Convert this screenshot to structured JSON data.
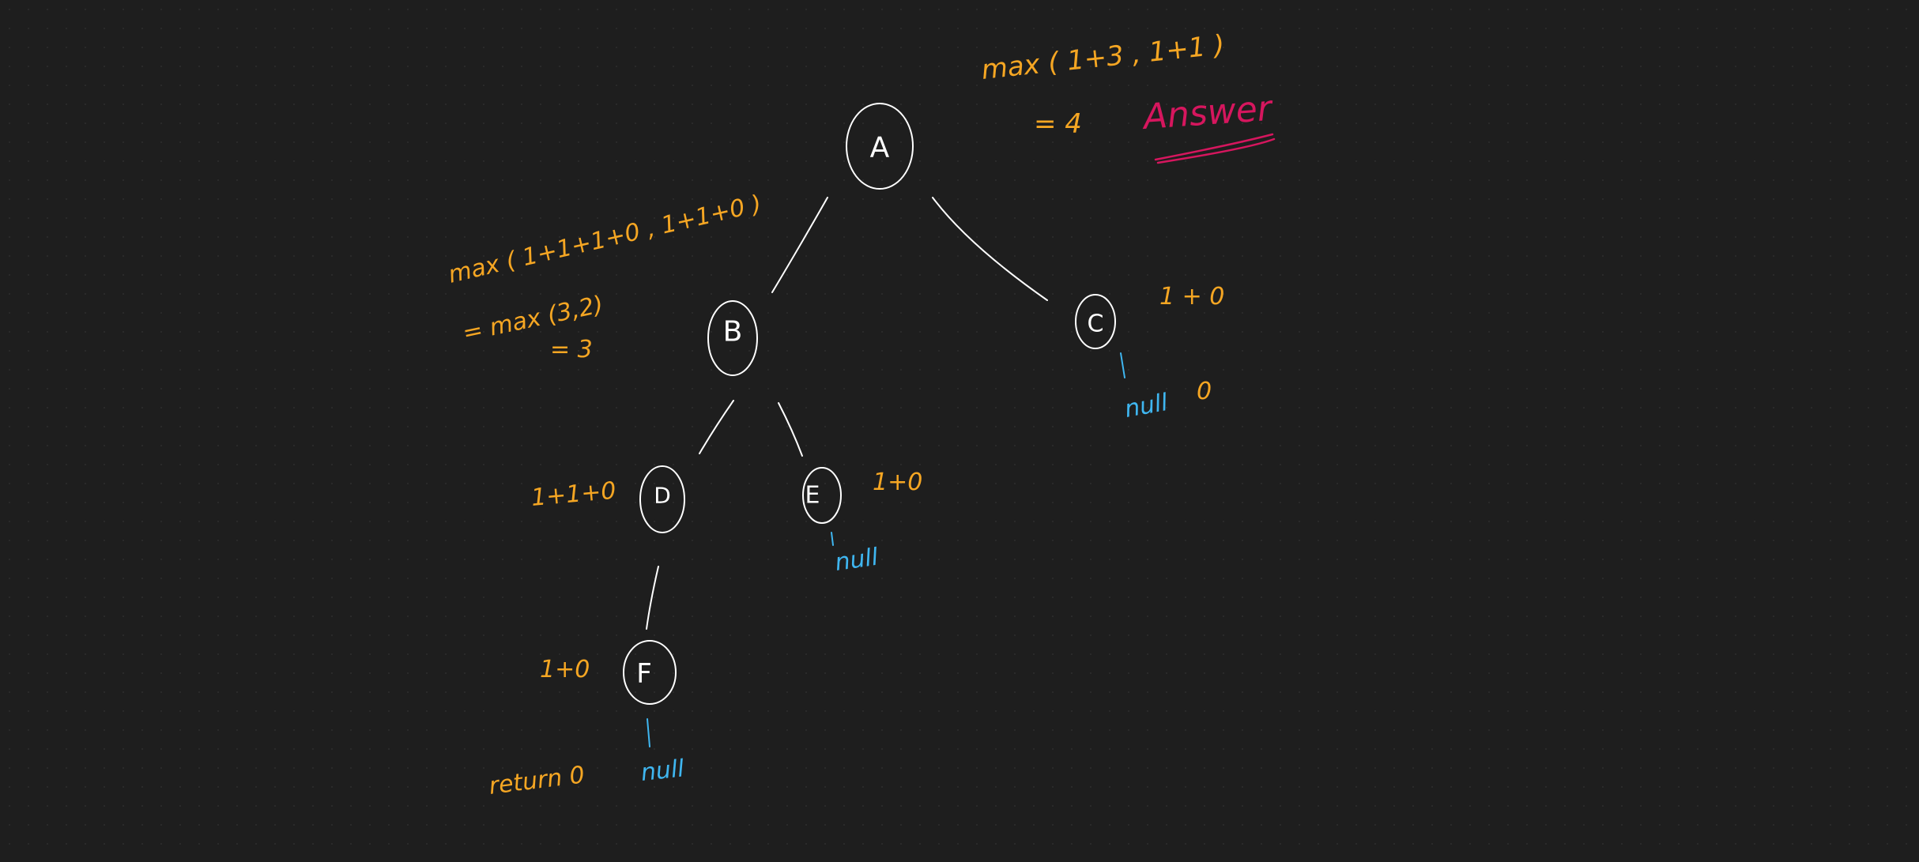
{
  "colors": {
    "background": "#1e1e1e",
    "stroke": "#ffffff",
    "annotation": "#f5a623",
    "null_text": "#3fb6f0",
    "answer": "#d6165e"
  },
  "nodes": {
    "a": "A",
    "b": "B",
    "c": "C",
    "d": "D",
    "e": "E",
    "f": "F"
  },
  "annotations": {
    "root_expr": "max ( 1+3 , 1+1 )",
    "root_result": "= 4",
    "answer_label": "Answer",
    "b_expr": "max ( 1+1+1+0 , 1+1+0 )",
    "b_max": "= max (3,2)",
    "b_result": "= 3",
    "c_expr": "1 + 0",
    "c_null_value": "0",
    "d_expr": "1+1+0",
    "e_expr": "1+0",
    "f_expr": "1+0",
    "f_return": "return 0"
  },
  "null_labels": {
    "c_null": "null",
    "e_null": "null",
    "f_null": "null"
  }
}
